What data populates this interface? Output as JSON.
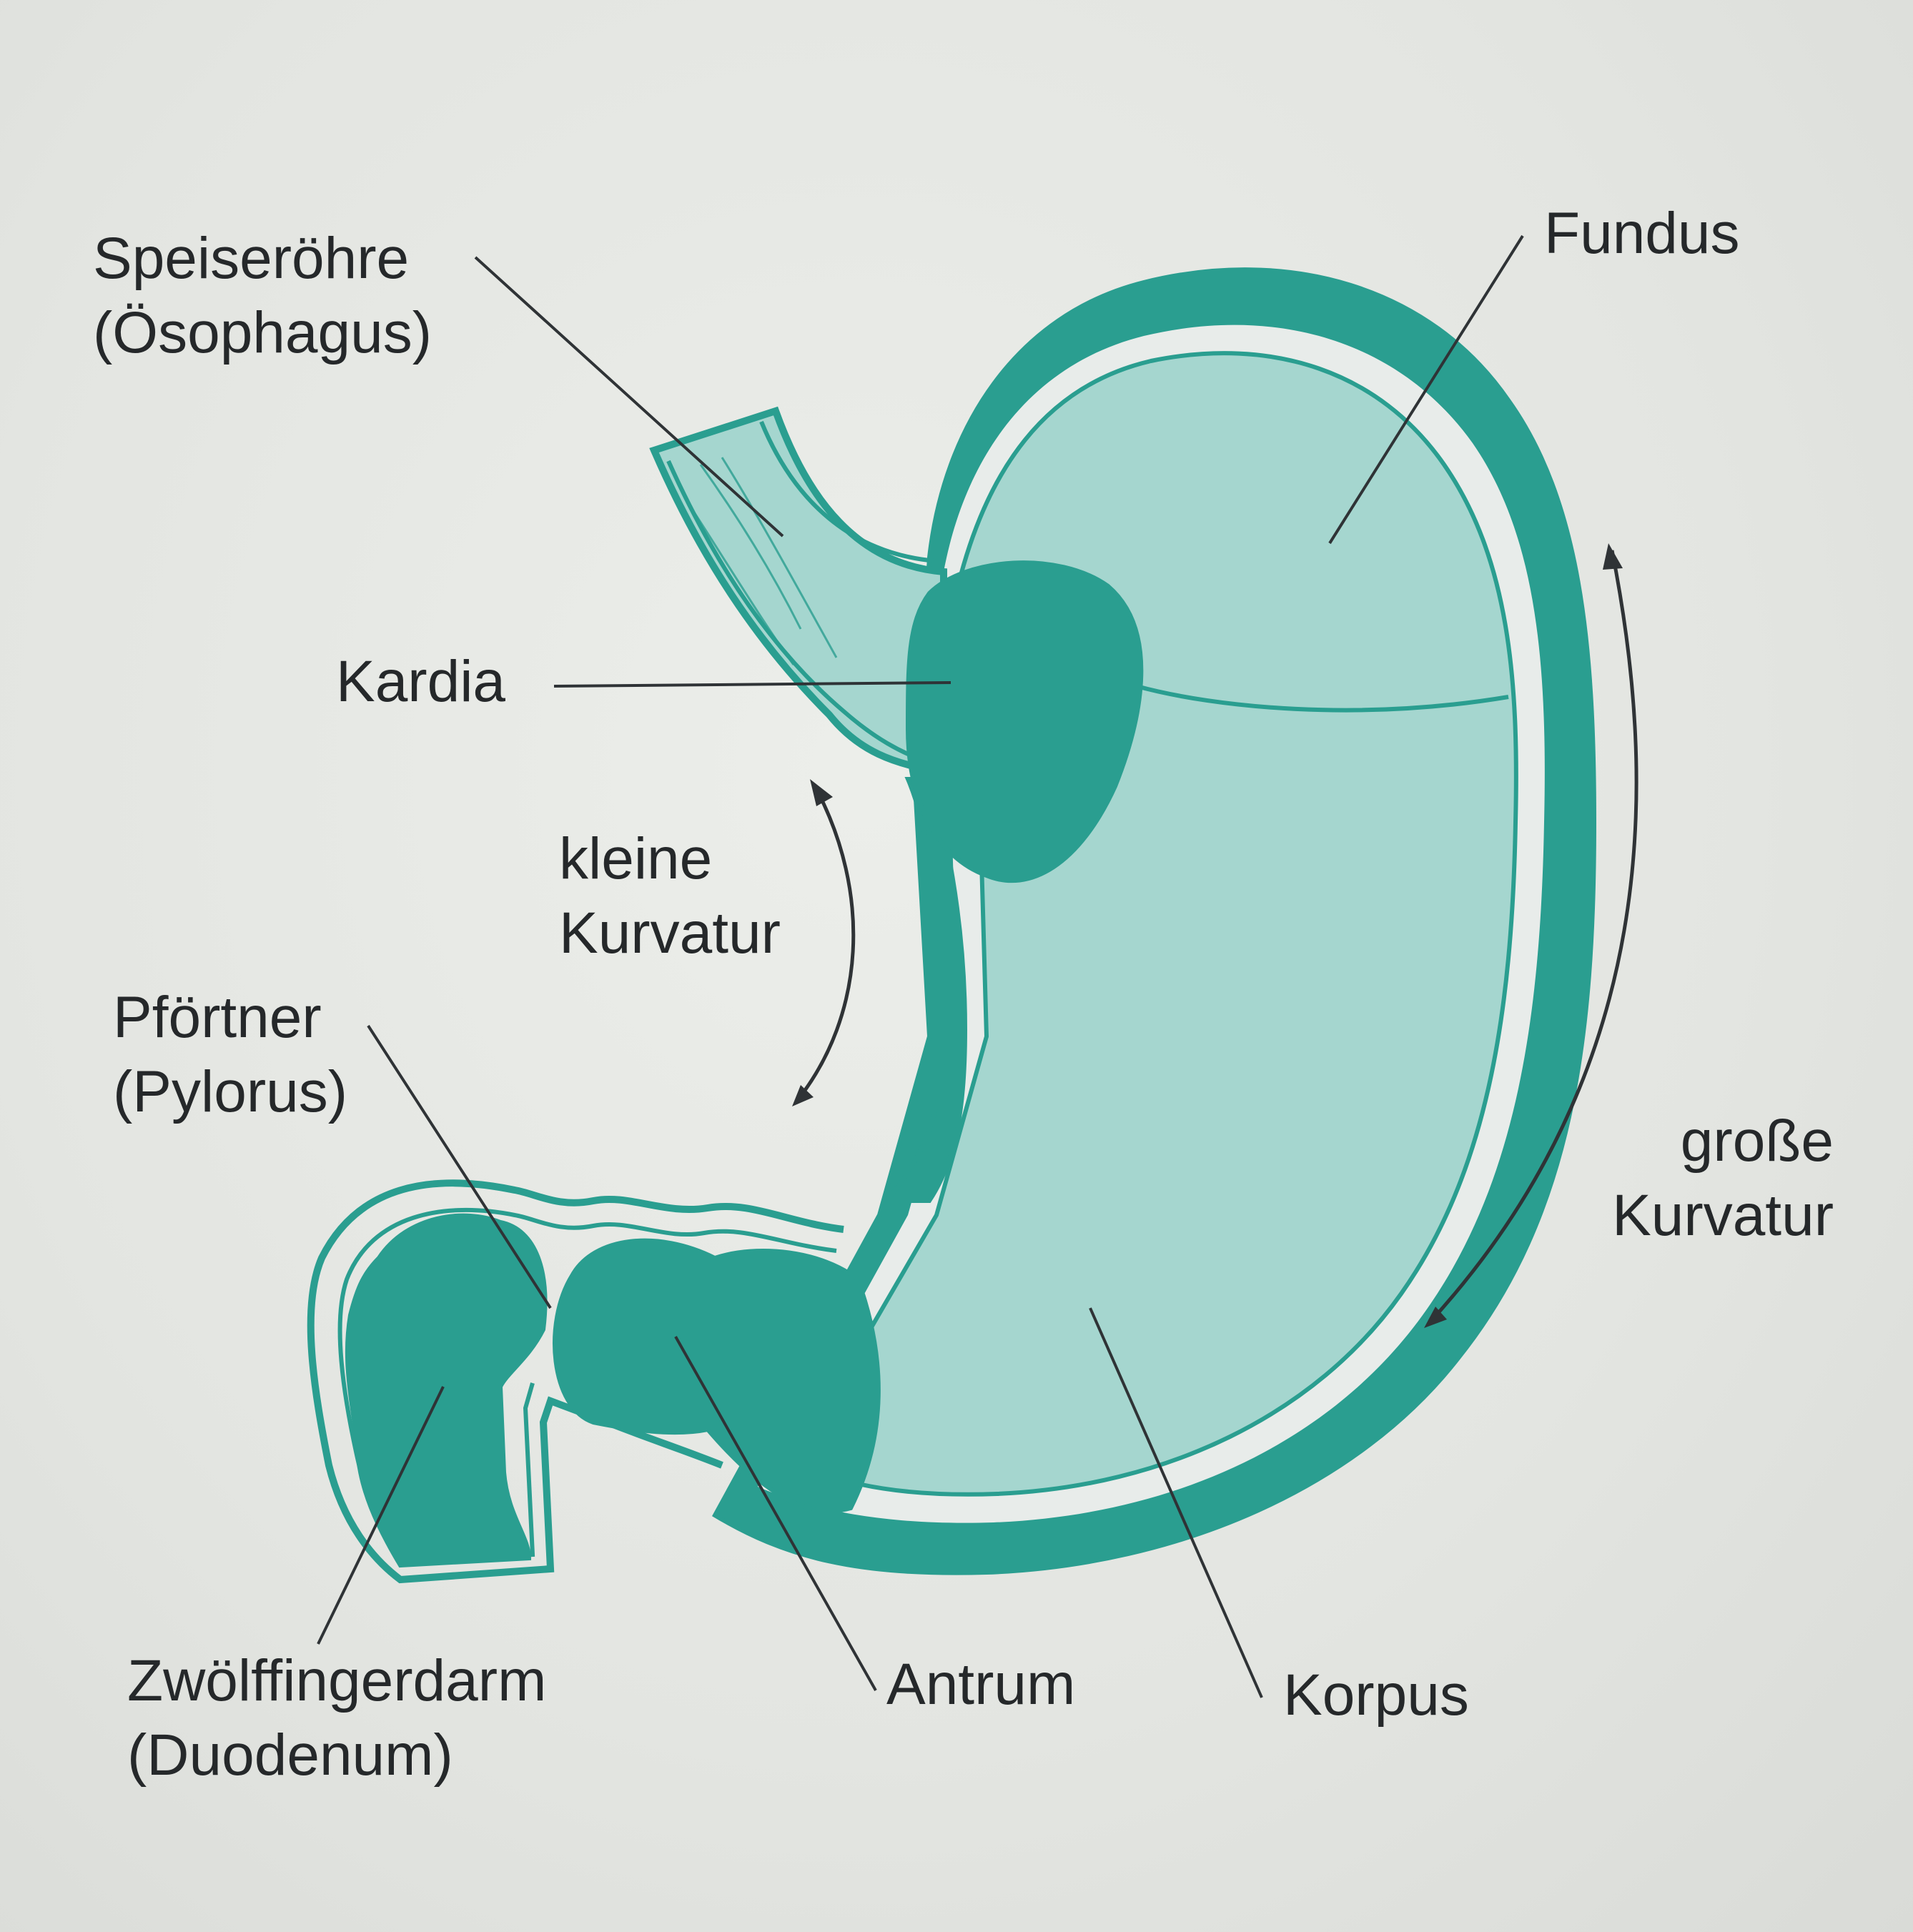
{
  "colors": {
    "dark_teal": "#2a9e90",
    "light_teal": "#a5d6cf",
    "outline": "#2a9e90",
    "wall_gap": "#e8ecea",
    "leader_line": "#2f3336",
    "background": "#e4e6e2"
  },
  "labels": {
    "oesophagus": {
      "line1": "Speiseröhre",
      "line2": "(Ösophagus)"
    },
    "fundus": "Fundus",
    "kardia": "Kardia",
    "kleine_kurvatur": {
      "line1": "kleine",
      "line2": "Kurvatur"
    },
    "pfoertner": {
      "line1": "Pförtner",
      "line2": "(Pylorus)"
    },
    "grosse_kurvatur": {
      "line1": "große",
      "line2": "Kurvatur"
    },
    "zwoelffingerdarm": {
      "line1": "Zwölffingerdarm",
      "line2": "(Duodenum)"
    },
    "antrum": "Antrum",
    "korpus": "Korpus"
  }
}
